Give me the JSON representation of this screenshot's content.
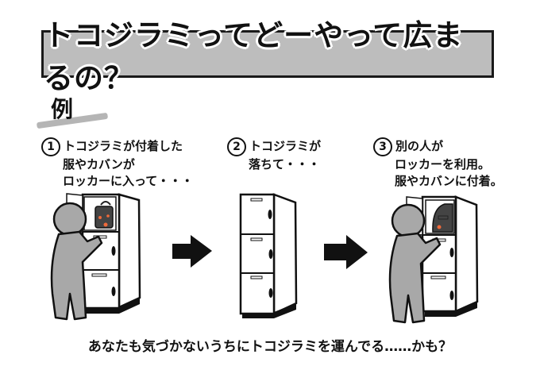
{
  "title": "トコジラミってどーやって広まるの？",
  "example_label": "例",
  "steps": [
    {
      "number": "1",
      "lines": [
        "トコジラミが付着した",
        "服やカバンが",
        "ロッカーに入って・・・"
      ]
    },
    {
      "number": "2",
      "lines": [
        "トコジラミが",
        "落ちて・・・"
      ]
    },
    {
      "number": "3",
      "lines": [
        "別の人が",
        "ロッカーを利用。",
        "服やカバンに付着。"
      ]
    }
  ],
  "caption": "あなたも気づかないうちにトコジラミを運んでる……かも？",
  "colors": {
    "title_background": "#bdbdbd",
    "figure_gray": "#a8a8a8",
    "bag_dark": "#444444",
    "bug_orange": "#f06a3a"
  },
  "icons": {
    "arrow_1": "arrow-right-icon",
    "arrow_2": "arrow-right-icon"
  }
}
